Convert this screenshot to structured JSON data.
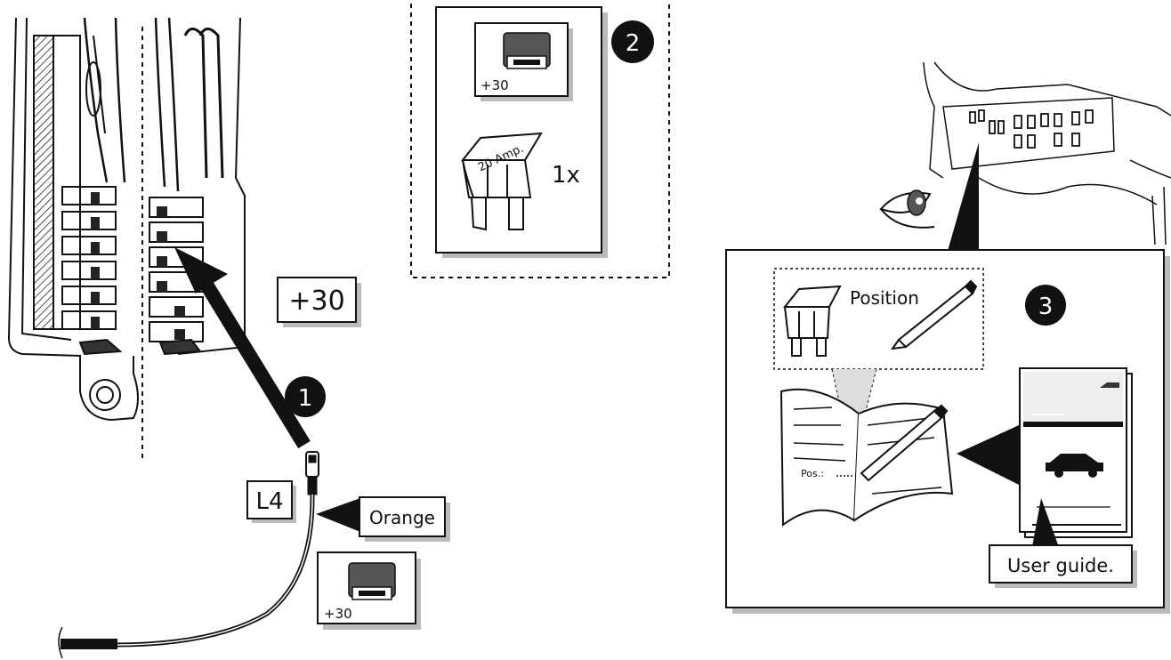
{
  "steps": {
    "one": "1",
    "two": "2",
    "three": "3"
  },
  "fuse_panel": {
    "terminal_label": "+30",
    "connector_label": "L4",
    "wire_color_label": "Orange"
  },
  "fuse_box_detail": {
    "fuse_rating": "20 Amp.",
    "quantity": "1x",
    "holder_label": "+30"
  },
  "connector_fuse_holder": {
    "label": "+30"
  },
  "user_guide_panel": {
    "fuse_note": "Position",
    "page_text": "Pos.:",
    "guide_callout": "User guide."
  }
}
